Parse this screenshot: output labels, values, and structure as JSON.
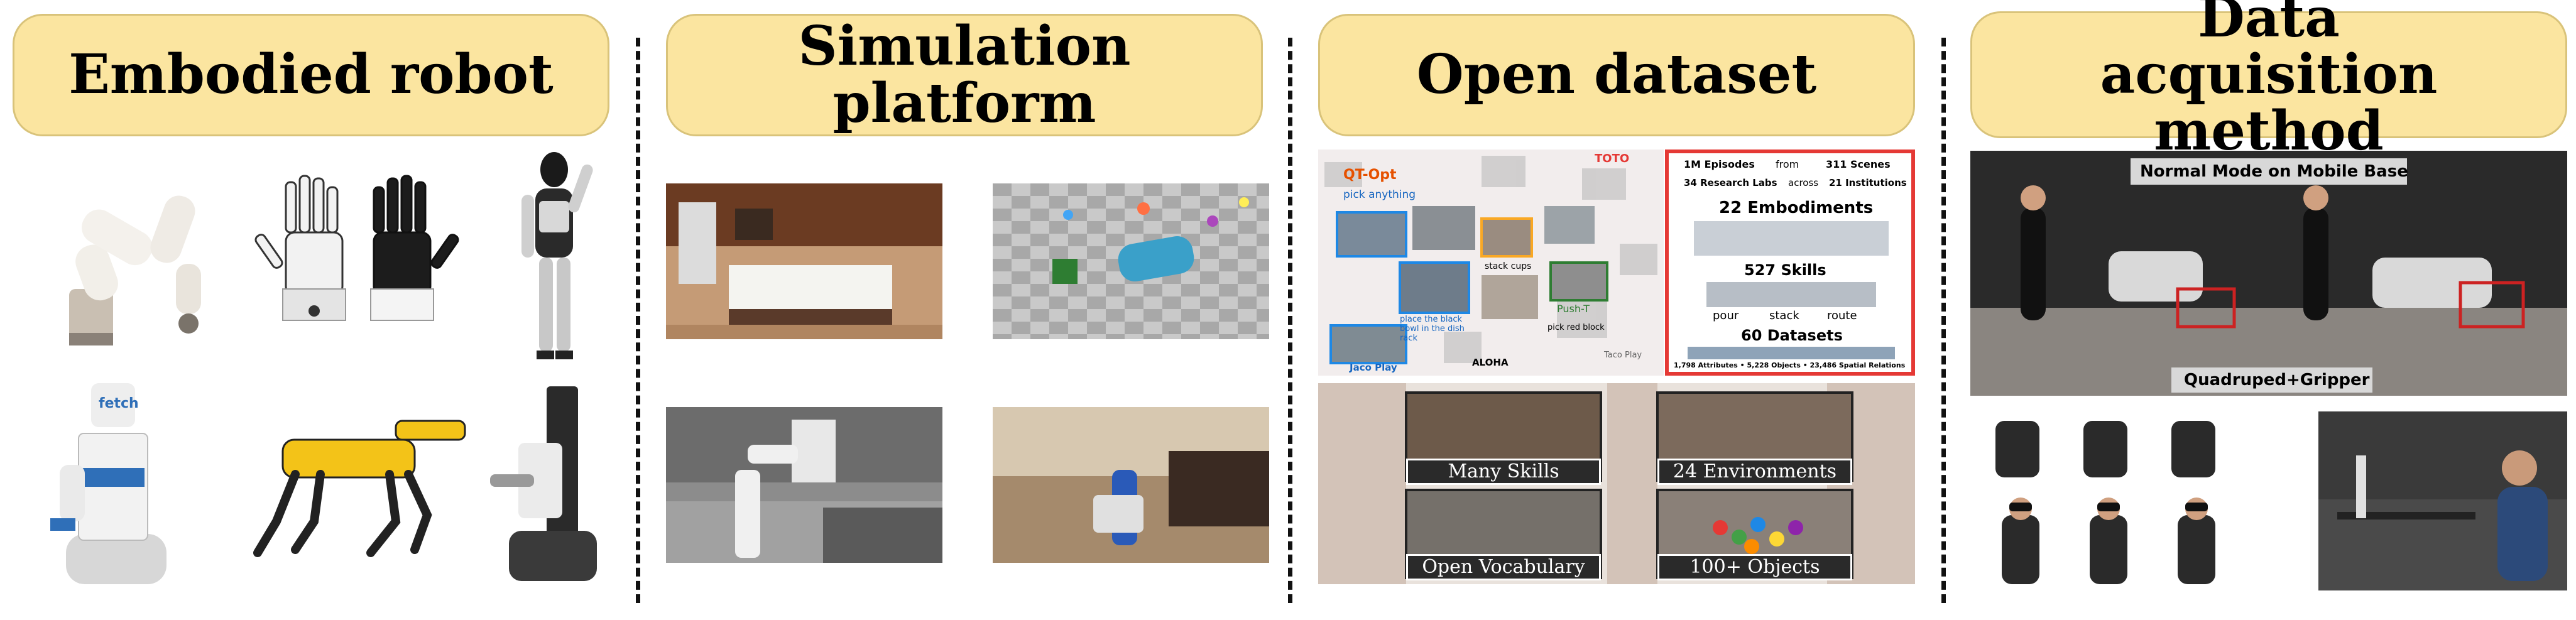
{
  "sections": [
    {
      "title": "Embodied robot"
    },
    {
      "title": "Simulation platform"
    },
    {
      "title": "Open dataset"
    },
    {
      "title": "Data acquisition method"
    }
  ],
  "robots": {
    "fetch_logo": "fetch"
  },
  "dataset": {
    "gt_opt": "QT-Opt",
    "toto": "TOTO",
    "pick_anything": "pick anything",
    "stack_cups": "stack cups",
    "push_t": "Push-T",
    "pick_red_block": "pick red block",
    "place_black_bowl": "place the black bowl in the dish rack",
    "aloha": "ALOHA",
    "jaco_play": "Jaco Play",
    "taco_play": "Taco Play",
    "stats_episodes": "1M Episodes",
    "stats_from": "from",
    "stats_scenes": "311 Scenes",
    "stats_labs": "34 Research Labs",
    "stats_across": "across",
    "stats_institutions": "21 Institutions",
    "embodiments": "22 Embodiments",
    "skills": "527 Skills",
    "skill_pour": "pour",
    "skill_stack": "stack",
    "skill_route": "route",
    "datasets": "60 Datasets",
    "bottom_stats": "1,798 Attributes  •  5,228 Objects  •  23,486 Spatial Relations",
    "many_skills": "Many Skills",
    "environments": "24 Environments",
    "open_vocab": "Open Vocabulary",
    "objects": "100+ Objects"
  },
  "acquisition": {
    "mode_banner": "Normal Mode on Mobile Base",
    "quadruped": "Quadruped+Gripper"
  }
}
